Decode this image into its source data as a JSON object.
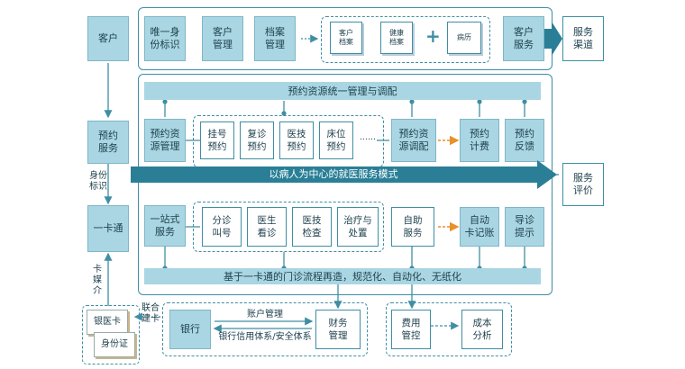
{
  "left": {
    "customer": "客户",
    "appointment_service": "预约\n服务",
    "identity_label": "身份\n标识",
    "one_card": "一卡通",
    "card_medium": "卡\n媒\n介",
    "bank_card": "银医卡",
    "id_card": "身份证",
    "joint_card": "联合\n建卡"
  },
  "top_row": {
    "unique_id": "唯一身\n份标识",
    "customer_mgmt": "客户\n管理",
    "archive_mgmt": "档案\n管理",
    "customer_archive": "客户\n档案",
    "health_archive": "健康\n档案",
    "medical_record": "病历",
    "customer_service": "客户\n服务"
  },
  "right": {
    "service_channel": "服务\n渠道",
    "service_eval": "服务\n评价"
  },
  "appointment": {
    "bar": "预约资源统一管理与调配",
    "resource_mgmt": "预约资\n源管理",
    "items": [
      "挂号\n预约",
      "复诊\n预约",
      "医技\n预约",
      "床位\n预约",
      "……"
    ],
    "allocation": "预约资\n源调配",
    "billing": "预约\n计费",
    "feedback": "预约\n反馈"
  },
  "main_arrow": "以病人为中心的就医服务模式",
  "clinic": {
    "one_stop": "一站式\n服务",
    "items": [
      "分诊\n叫号",
      "医生\n看诊",
      "医技\n检查",
      "治疗与\n处置"
    ],
    "self_service": "自助\n服务",
    "auto_billing": "自动\n卡记账",
    "guide": "导诊\n提示",
    "bar": "基于一卡通的门诊流程再造，规范化、自动化、无纸化"
  },
  "bottom": {
    "bank": "银行",
    "account_mgmt": "账户管理",
    "credit_system": "银行信用体系/安全体系",
    "finance_mgmt": "财务\n管理",
    "cost_control": "费用\n管控",
    "cost_analysis": "成本\n分析"
  },
  "colors": {
    "box_fill": "#a9d6e2",
    "border": "#3f8ea4",
    "arrow": "#2a7f96",
    "orange": "#e8902a"
  }
}
